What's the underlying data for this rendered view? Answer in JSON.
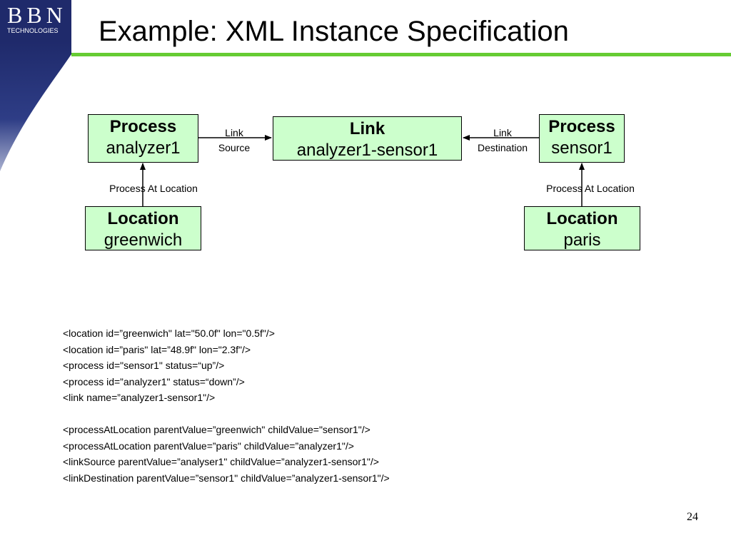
{
  "logo": {
    "letters": "BBN",
    "subtitle": "TECHNOLOGIES"
  },
  "title": "Example: XML Instance Specification",
  "diagram": {
    "nodes": {
      "process_analyzer": {
        "type": "Process",
        "value": "analyzer1"
      },
      "link": {
        "type": "Link",
        "value": "analyzer1-sensor1"
      },
      "process_sensor": {
        "type": "Process",
        "value": "sensor1"
      },
      "location_greenwich": {
        "type": "Location",
        "value": "greenwich"
      },
      "location_paris": {
        "type": "Location",
        "value": "paris"
      }
    },
    "edges": {
      "link_source": {
        "line1": "Link",
        "line2": "Source"
      },
      "link_destination": {
        "line1": "Link",
        "line2": "Destination"
      },
      "process_at_location_left": "Process At Location",
      "process_at_location_right": "Process At Location"
    }
  },
  "code_lines": [
    "<location id=”greenwich\" lat=\"50.0f\" lon=\"0.5f\"/>",
    "<location id=”paris\" lat=”48.9f\" lon=\"2.3f\"/>",
    "<process id=\"sensor1\" status=“up”/>",
    "<process id=”analyzer1\" status=“down”/>",
    "<link name=”analyzer1-sensor1\"/>",
    "",
    "<processAtLocation parentValue=”greenwich\" childValue=\"sensor1\"/>",
    "<processAtLocation parentValue=”paris\" childValue=”analyzer1\"/>",
    "<linkSource parentValue=”analyser1\" childValue=”analyzer1-sensor1\"/>",
    "<linkDestination parentValue=”sensor1\" childValue=”analyzer1-sensor1\"/>"
  ],
  "page_number": "24",
  "colors": {
    "node_fill": "#ccffcc",
    "title_rule": "#66cc33",
    "logo_blue": "#1f2a6b"
  }
}
